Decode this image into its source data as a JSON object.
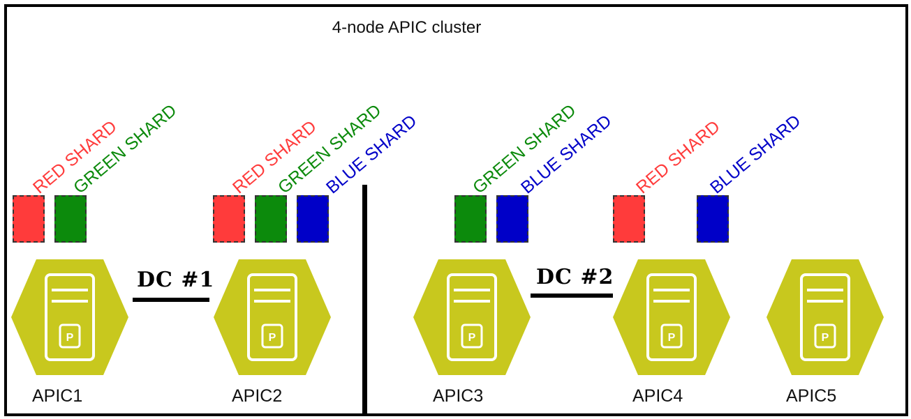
{
  "title": "4-node APIC cluster",
  "colors": {
    "red": "#ff3b3b",
    "green": "#0c8a0c",
    "blue": "#0000c8",
    "node": "#c8c81e"
  },
  "shard_labels": {
    "red": "RED SHARD",
    "green": "GREEN SHARD",
    "blue": "BLUE SHARD"
  },
  "datacenters": [
    {
      "label": "DC #1"
    },
    {
      "label": "DC #2"
    }
  ],
  "nodes": [
    {
      "name": "APIC1",
      "shards": [
        "red",
        "green"
      ]
    },
    {
      "name": "APIC2",
      "shards": [
        "red",
        "green",
        "blue"
      ]
    },
    {
      "name": "APIC3",
      "shards": [
        "green",
        "blue"
      ]
    },
    {
      "name": "APIC4",
      "shards": [
        "red",
        "blue"
      ]
    },
    {
      "name": "APIC5",
      "shards": []
    }
  ],
  "node_icon": "server-icon"
}
